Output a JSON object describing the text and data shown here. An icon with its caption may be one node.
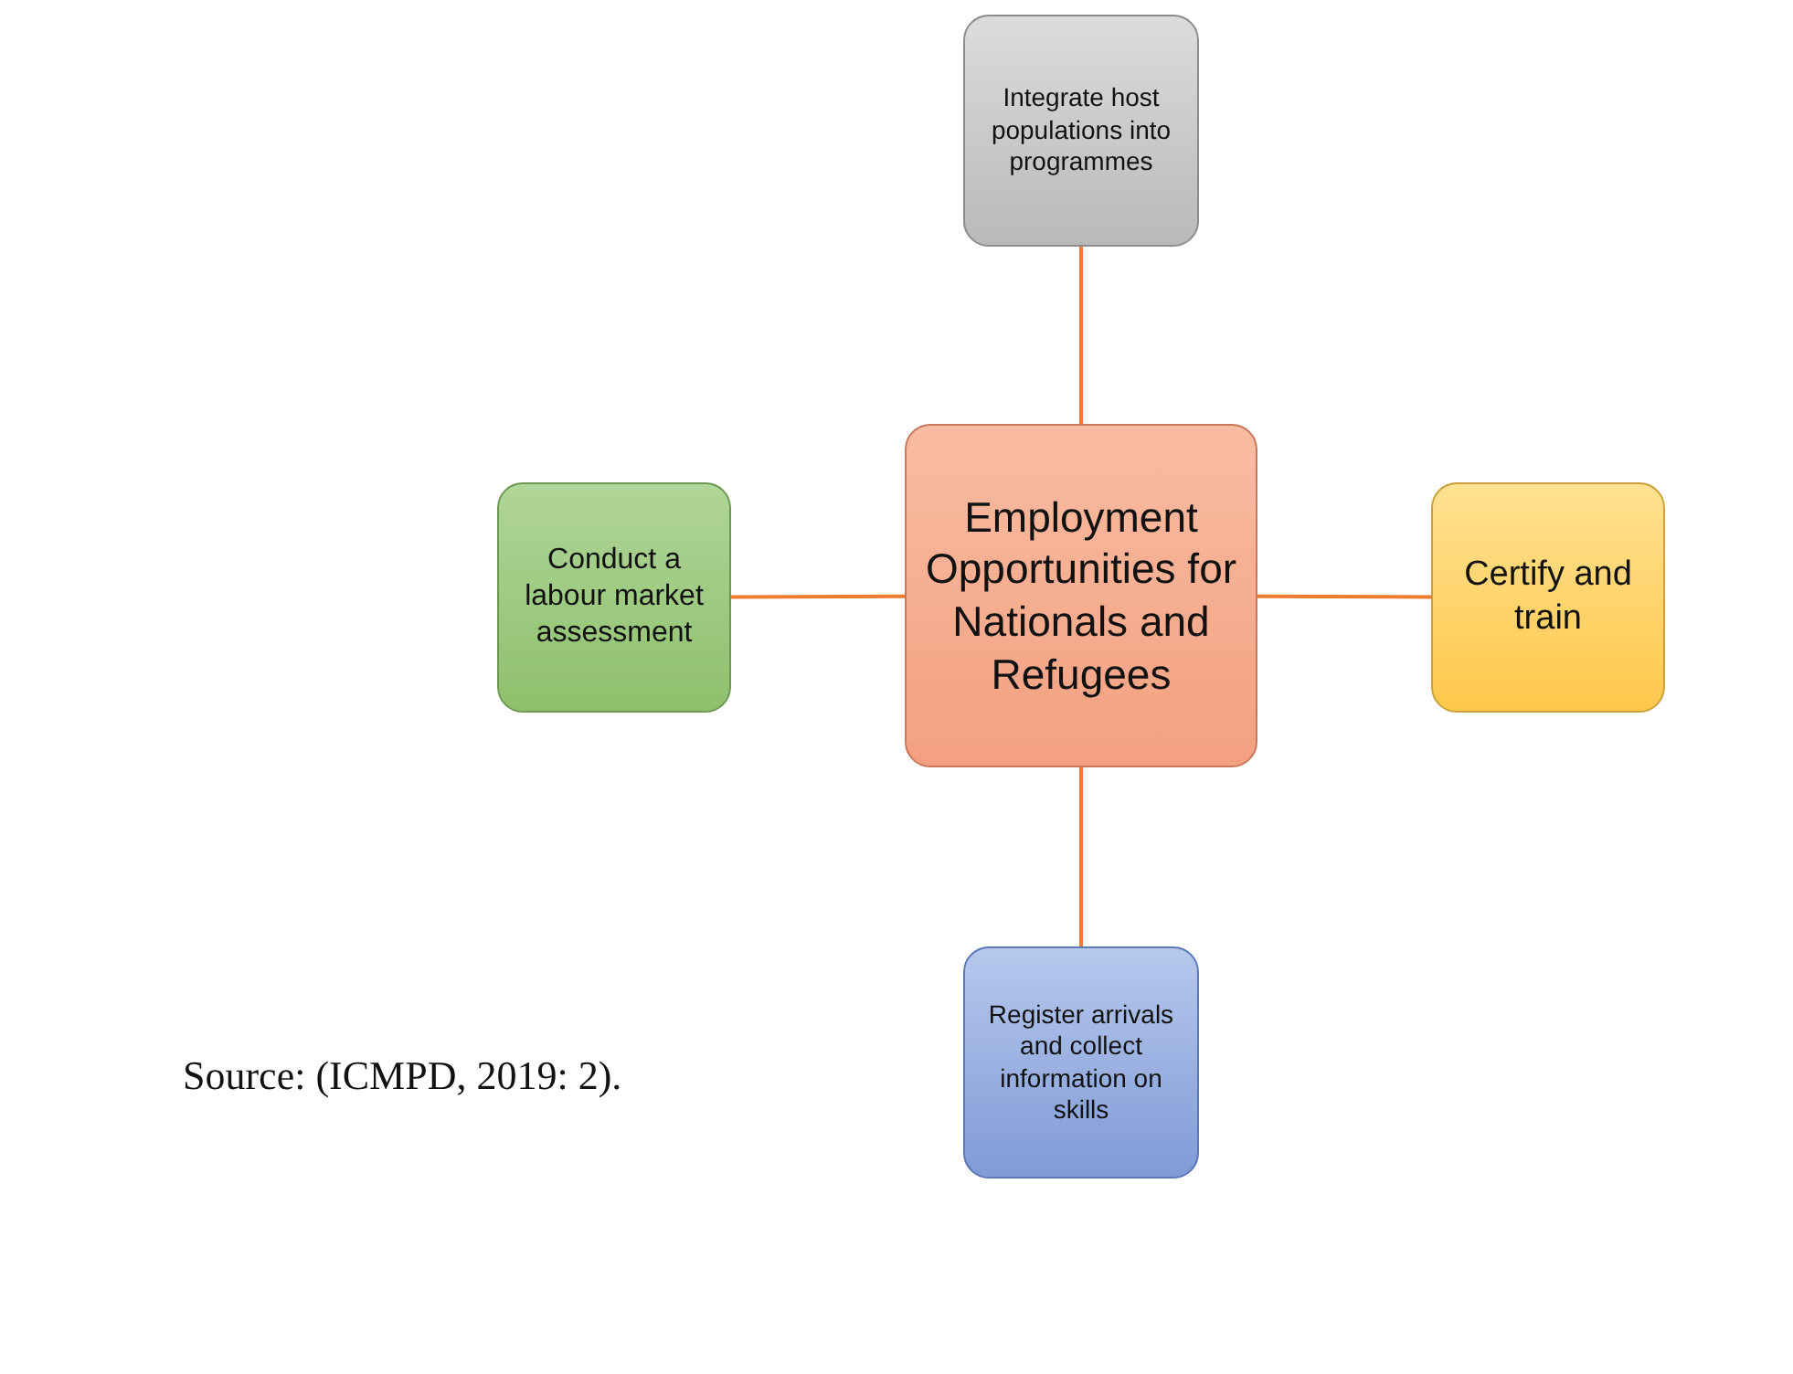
{
  "diagram": {
    "caption": "Source: (ICMPD, 2019: 2).",
    "nodes": [
      {
        "text": [
          "Integrate host populations into programmes"
        ]
      },
      {
        "text": [
          "Conduct a labour market assessment"
        ]
      },
      {
        "text": [
          "Employment Opportunities for Nationals and Refugees"
        ]
      },
      {
        "text": [
          "Certify and train"
        ]
      },
      {
        "text": [
          "Register arrivals and collect information on skills"
        ]
      }
    ],
    "edges": [
      {
        "from": 2,
        "to": 0,
        "arrow": "none"
      },
      {
        "from": 2,
        "to": 1,
        "arrow": "none"
      },
      {
        "from": 2,
        "to": 3,
        "arrow": "none"
      },
      {
        "from": 2,
        "to": 4,
        "arrow": "none"
      }
    ]
  }
}
